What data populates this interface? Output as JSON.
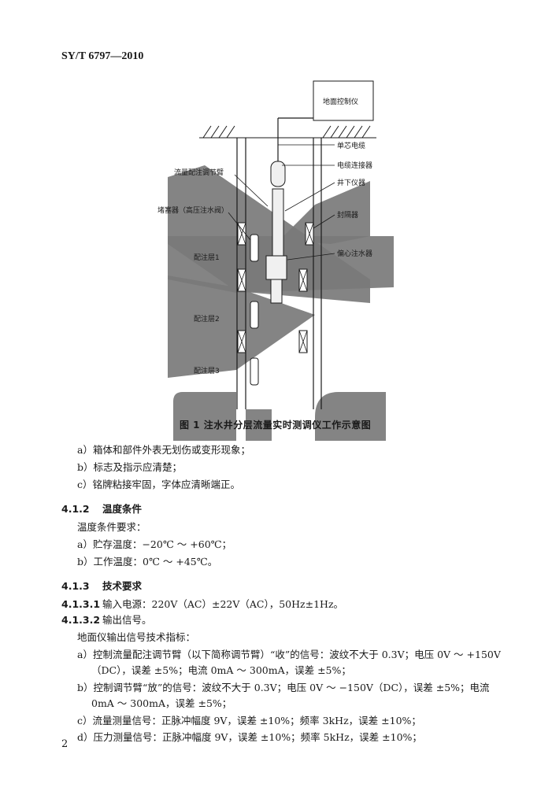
{
  "header": {
    "standard_code": "SY/T 6797—2010"
  },
  "figure": {
    "labels": {
      "ground_controller": "地面控制仪",
      "single_core_cable": "单芯电缆",
      "cable_connector": "电缆连接器",
      "downhole_instrument": "井下仪器",
      "packer": "封隔器",
      "eccentric_injector": "偏心注水器",
      "regulator_arm": "流量配注调节臂",
      "plug": "堵塞器（高压注水阀）",
      "layer1": "配注层1",
      "layer2": "配注层2",
      "layer3": "配注层3"
    },
    "caption": "图 1   注水井分层流量实时测调仪工作示意图"
  },
  "body": {
    "list_a1": "a）箱体和部件外表无划伤或变形现象；",
    "list_b1": "b）标志及指示应清楚；",
    "list_c1": "c）铭牌粘接牢固，字体应清晰端正。",
    "h412_num": "4.1.2",
    "h412_title": "温度条件",
    "temp_intro": "温度条件要求：",
    "temp_a": "a）贮存温度：−20℃ ～ +60℃；",
    "temp_b": "b）工作温度：0℃ ～ +45℃。",
    "h413_num": "4.1.3",
    "h413_title": "技术要求",
    "s4131_num": "4.1.3.1",
    "s4131_text": "输入电源：220V（AC）±22V（AC），50Hz±1Hz。",
    "s4132_num": "4.1.3.2",
    "s4132_text": "输出信号。",
    "out_intro": "地面仪输出信号技术指标：",
    "out_a1": "a）控制流量配注调节臂（以下简称调节臂）“收”的信号：波纹不大于 0.3V；电压 0V ～ +150V",
    "out_a2": "（DC），误差 ±5%；电流 0mA ～ 300mA，误差 ±5%；",
    "out_b1": "b）控制调节臂“放”的信号：波纹不大于 0.3V；电压 0V ～ −150V（DC），误差 ±5%；电流",
    "out_b2": "0mA ～ 300mA，误差 ±5%；",
    "out_c": "c）流量测量信号：正脉冲幅度 9V，误差 ±10%；频率 3kHz，误差 ±10%；",
    "out_d": "d）压力测量信号：正脉冲幅度 9V，误差 ±10%；频率 5kHz，误差 ±10%；"
  },
  "page_number": "2",
  "colors": {
    "watermark": "#7a7a7a",
    "ink": "#1a1a1a"
  }
}
